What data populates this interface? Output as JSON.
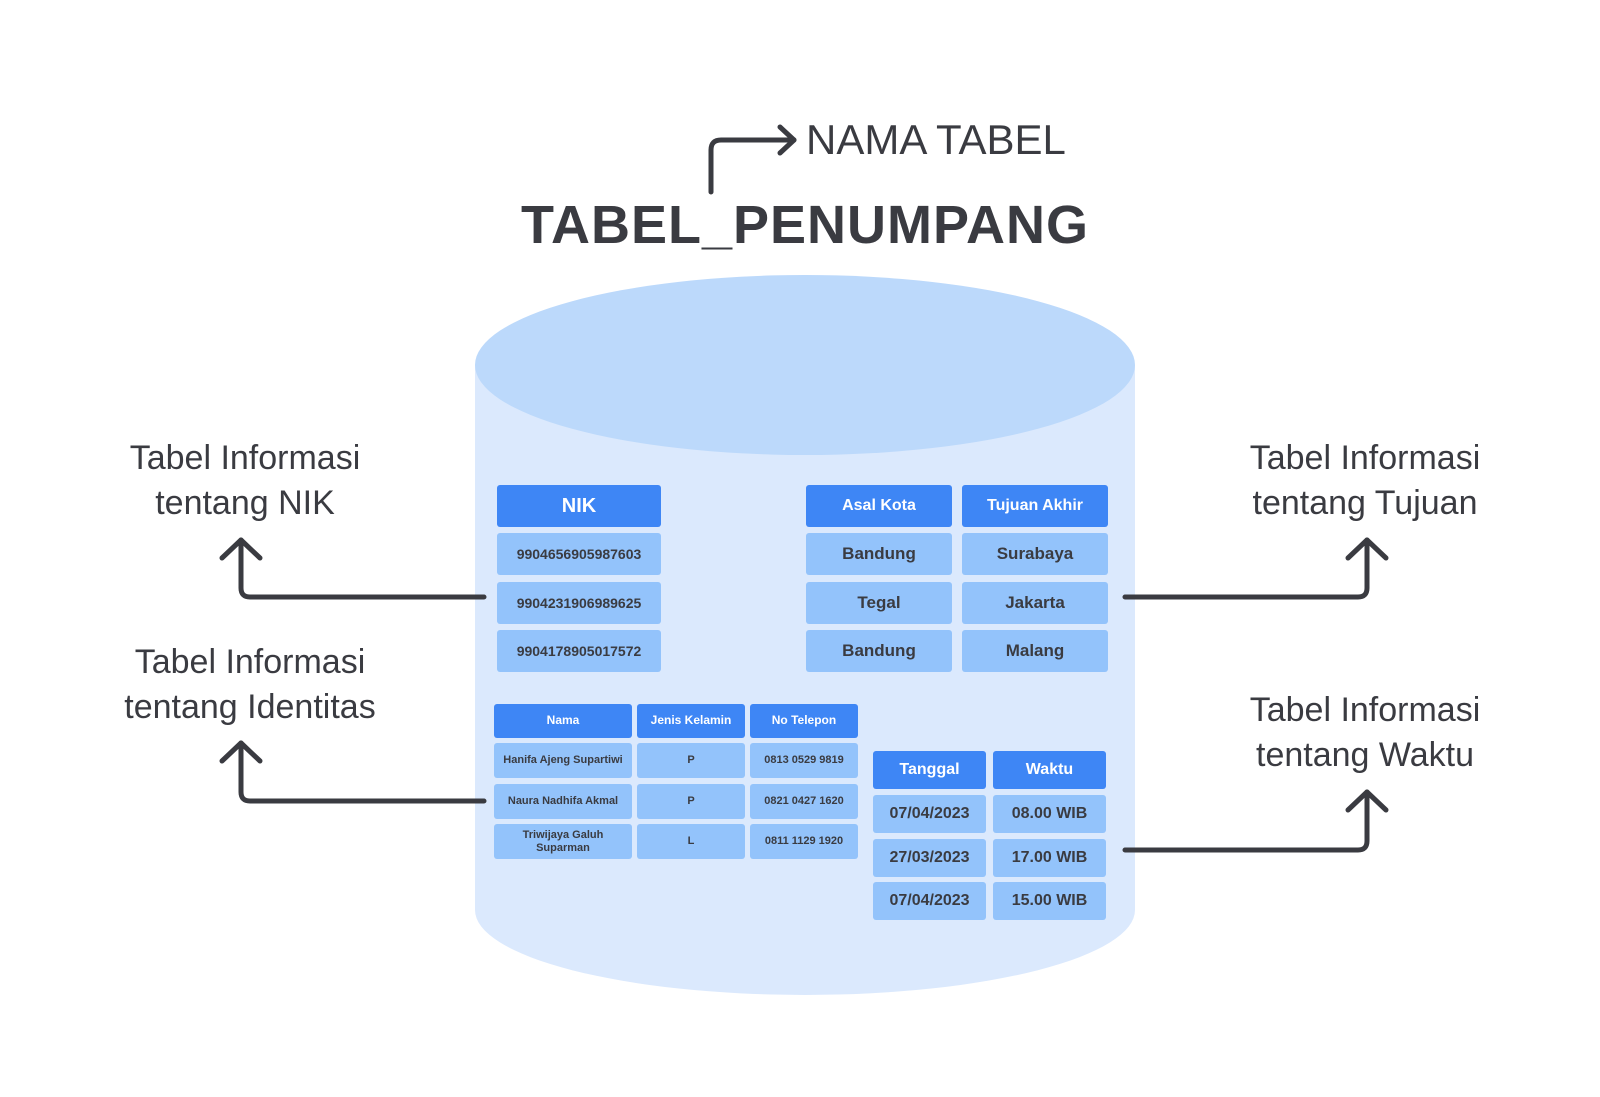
{
  "title": {
    "label": "NAMA TABEL",
    "table_name": "TABEL_PENUMPANG"
  },
  "colors": {
    "cylinder_body": "#dbe9fd",
    "cylinder_top": "#bcd9fb",
    "header": "#3e86f5",
    "cell": "#93c3fb",
    "text": "#3a3b41"
  },
  "annotations": {
    "nik": {
      "line1": "Tabel Informasi",
      "line2": "tentang NIK"
    },
    "identitas": {
      "line1": "Tabel Informasi",
      "line2": "tentang Identitas"
    },
    "tujuan": {
      "line1": "Tabel Informasi",
      "line2": "tentang Tujuan"
    },
    "waktu": {
      "line1": "Tabel Informasi",
      "line2": "tentang Waktu"
    }
  },
  "tables": {
    "nik": {
      "header": "NIK",
      "rows": [
        "9904656905987603",
        "9904231906989625",
        "9904178905017572"
      ]
    },
    "tujuan": {
      "headers": [
        "Asal Kota",
        "Tujuan Akhir"
      ],
      "rows": [
        [
          "Bandung",
          "Surabaya"
        ],
        [
          "Tegal",
          "Jakarta"
        ],
        [
          "Bandung",
          "Malang"
        ]
      ]
    },
    "identitas": {
      "headers": [
        "Nama",
        "Jenis Kelamin",
        "No Telepon"
      ],
      "rows": [
        [
          "Hanifa Ajeng Supartiwi",
          "P",
          "0813 0529 9819"
        ],
        [
          "Naura Nadhifa Akmal",
          "P",
          "0821 0427 1620"
        ],
        [
          "Triwijaya Galuh Suparman",
          "L",
          "0811 1129 1920"
        ]
      ]
    },
    "waktu": {
      "headers": [
        "Tanggal",
        "Waktu"
      ],
      "rows": [
        [
          "07/04/2023",
          "08.00 WIB"
        ],
        [
          "27/03/2023",
          "17.00 WIB"
        ],
        [
          "07/04/2023",
          "15.00 WIB"
        ]
      ]
    }
  }
}
